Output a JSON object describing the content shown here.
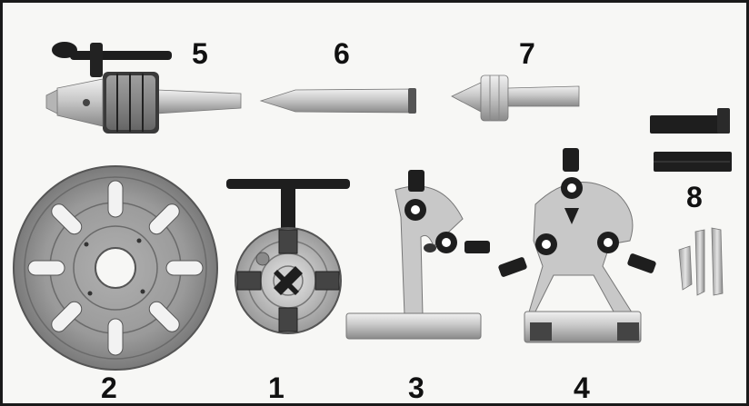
{
  "labels": {
    "n1": "1",
    "n2": "2",
    "n3": "3",
    "n4": "4",
    "n5": "5",
    "n6": "6",
    "n7": "7",
    "n8": "8"
  },
  "colors": {
    "background": "#f7f7f5",
    "border": "#1a1a1a",
    "steel_light": "#d8d8d8",
    "steel_mid": "#a8a8a8",
    "steel_dark": "#6e6e6e",
    "cast_gray": "#8c8c8c",
    "black_part": "#1e1e1e"
  }
}
